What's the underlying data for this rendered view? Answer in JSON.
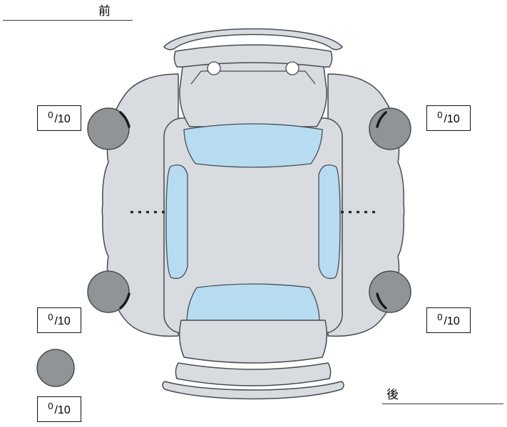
{
  "diagram": {
    "front_label": "前",
    "rear_label": "後"
  },
  "scores": {
    "front_left": {
      "value": "0",
      "max": "/10"
    },
    "front_right": {
      "value": "0",
      "max": "/10"
    },
    "rear_left": {
      "value": "0",
      "max": "/10"
    },
    "rear_right": {
      "value": "0",
      "max": "/10"
    },
    "spare": {
      "value": "0",
      "max": "/10"
    }
  },
  "colors": {
    "body": "#d8dce1",
    "window": "#b7dcf1",
    "tire": "#919496",
    "outline": "#474c50"
  }
}
